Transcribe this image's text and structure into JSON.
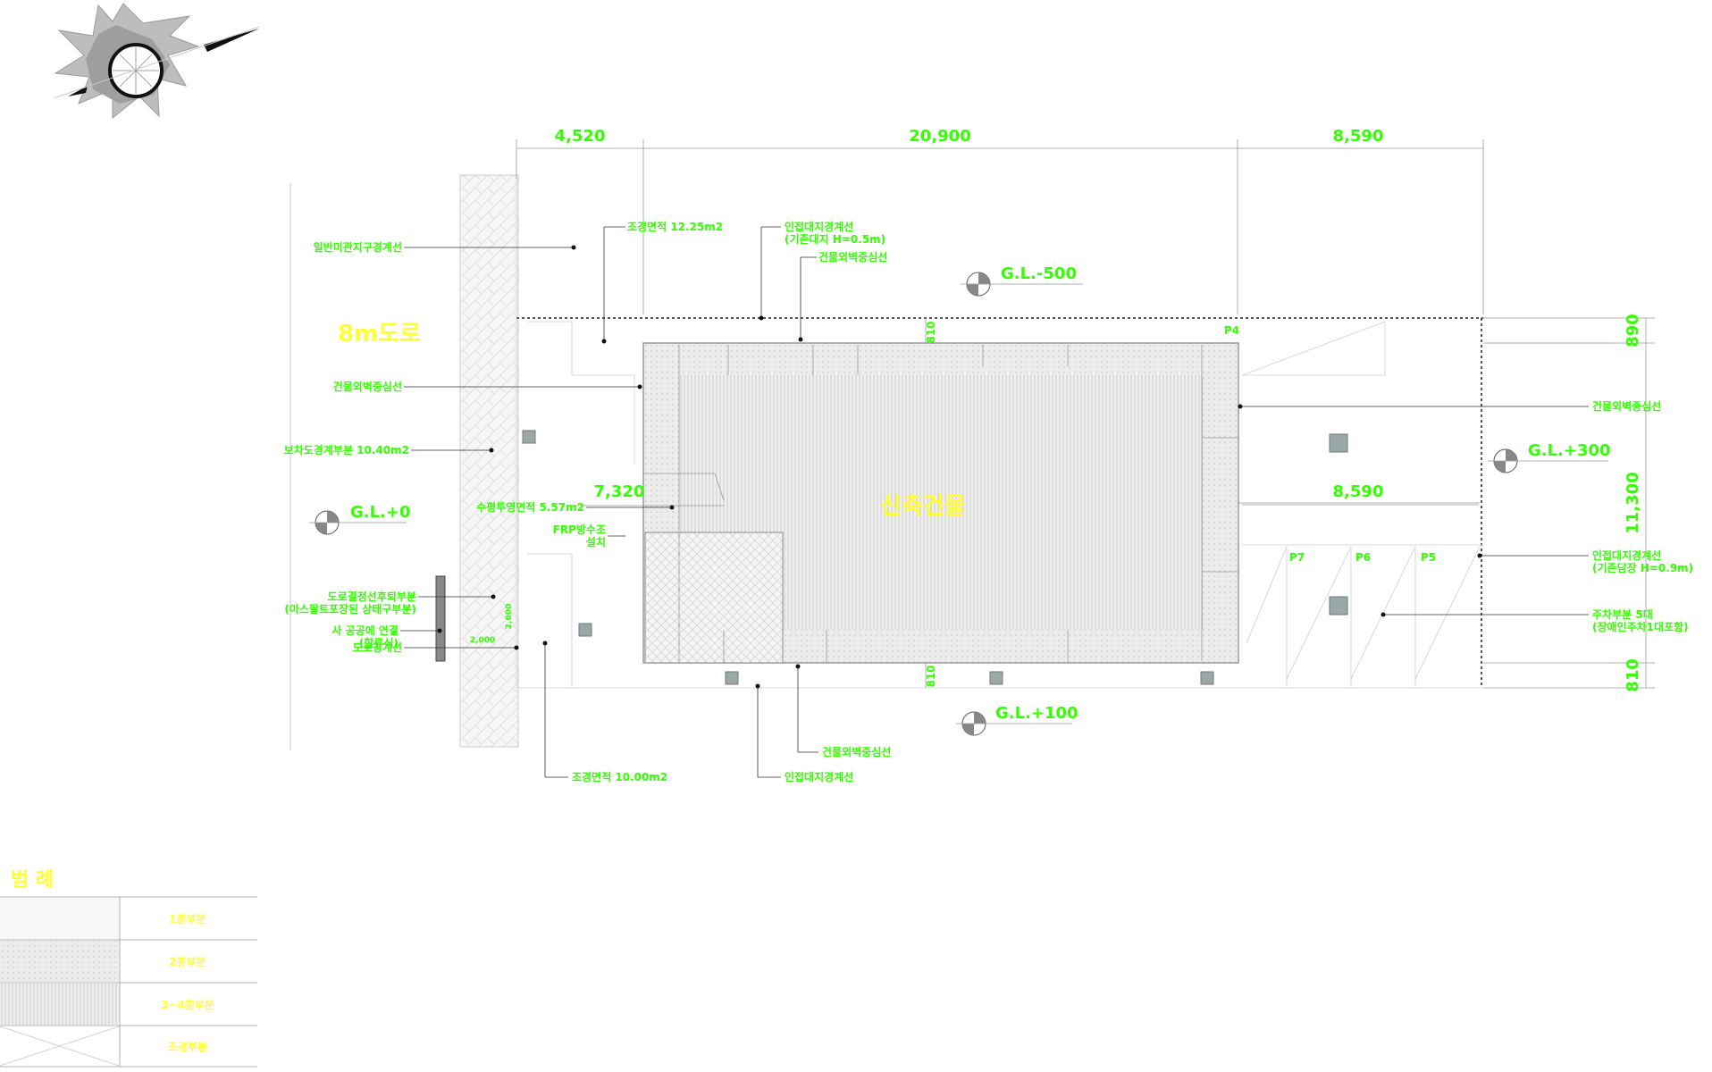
{
  "dimensions": {
    "top": [
      "4,520",
      "20,900",
      "8,590"
    ],
    "inner_left": "7,320",
    "inner_right": "8,590",
    "right": [
      "890",
      "11,300",
      "810"
    ],
    "building_top": "810",
    "building_bottom": "810",
    "small_vertical": "2,000",
    "small_horizontal": "2,000"
  },
  "site": {
    "road": "8m도로",
    "building": "신축건물"
  },
  "levels": {
    "north": "G.L.-500",
    "west": "G.L.+0",
    "east": "G.L.+300",
    "south": "G.L.+100"
  },
  "parking": [
    "P4",
    "P7",
    "P6",
    "P5"
  ],
  "annotations": {
    "left": [
      "일반미관지구경계선",
      "건물외벽중심선",
      "보차도경계부분 10.40m2",
      "도로결정선후퇴부분\n(아스팔트포장된 상태구부분)",
      "사 공공에 연결\n(합류식)",
      "도로경계선"
    ],
    "top": [
      "조경면적 12.25m2",
      "인접대지경계선\n(기존대지 H=0.5m)",
      "건물외벽중심선"
    ],
    "middle": [
      "수평투영면적 5.57m2",
      "FRP방수조\n설치"
    ],
    "right": [
      "건물외벽중심선",
      "인접대지경계선\n(기존담장 H=0.9m)",
      "주차부분 5대\n(장애인주차1대포함)"
    ],
    "bottom": [
      "조경면적 10.00m2",
      "건물외벽중심선",
      "인접대지경계선"
    ]
  },
  "legend": {
    "title": "범 례",
    "items": [
      "1층부분",
      "2층부분",
      "3~4층부분",
      "조경부분"
    ]
  },
  "colors": {
    "dimension_text": "#33ff00",
    "title_text": "#ffff33",
    "lines": "#333333",
    "hatch": "#bbbbbb"
  }
}
